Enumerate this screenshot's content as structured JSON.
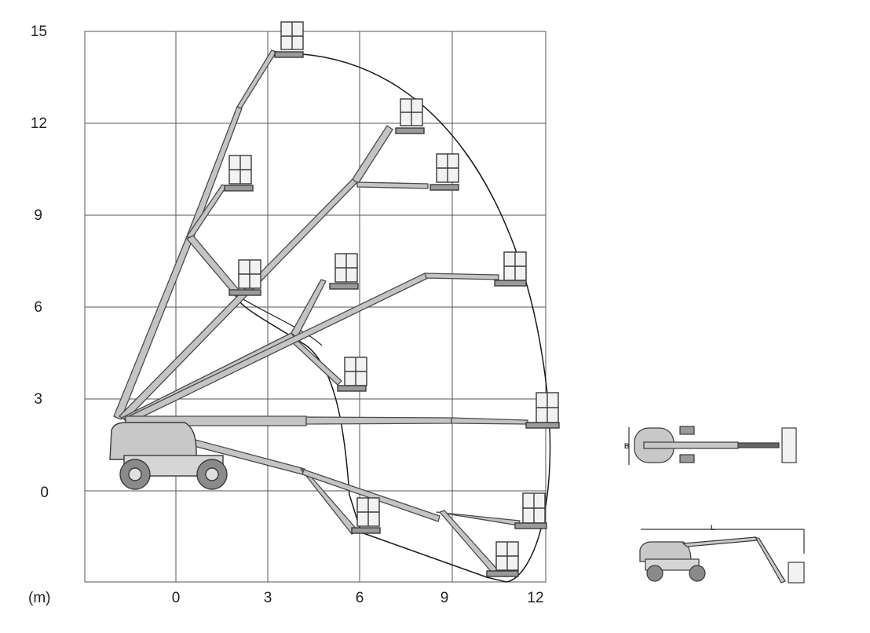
{
  "chart": {
    "y_axis": {
      "ticks": [
        "15",
        "12",
        "9",
        "6",
        "3",
        "0"
      ]
    },
    "x_axis": {
      "ticks": [
        "0",
        "3",
        "6",
        "9",
        "12"
      ],
      "unit": "(m)"
    }
  },
  "colors": {
    "boom_fill": "#c4c4c4",
    "boom_stroke": "#4a4a4a",
    "grid": "#555555",
    "envelope": "#1a1a1a"
  },
  "dimension_labels": {
    "width": "B",
    "length": "L"
  }
}
